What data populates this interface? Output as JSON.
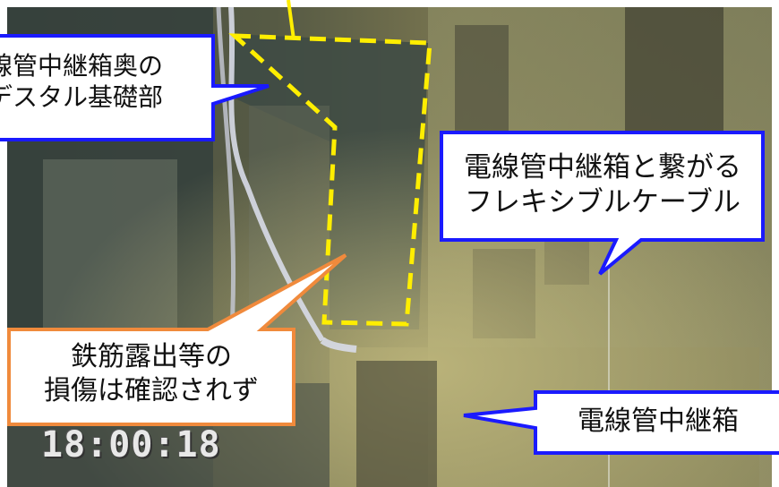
{
  "callouts": {
    "pedestal": {
      "line1": "線管中継箱奥の",
      "line2": "デスタル基礎部"
    },
    "cable": {
      "line1": "電線管中継箱と繋がる",
      "line2": "フレキシブルケーブル"
    },
    "rebar": {
      "line1": "鉄筋露出等の",
      "line2": "損傷は確認されず"
    },
    "junction_box": {
      "line1": "電線管中継箱"
    }
  },
  "timestamp": "18:00:18",
  "colors": {
    "blue_callout_border": "#1a1aff",
    "orange_callout_border": "#f08a3c",
    "dashed_outline": "#ffee00",
    "background": "#ffffff"
  }
}
